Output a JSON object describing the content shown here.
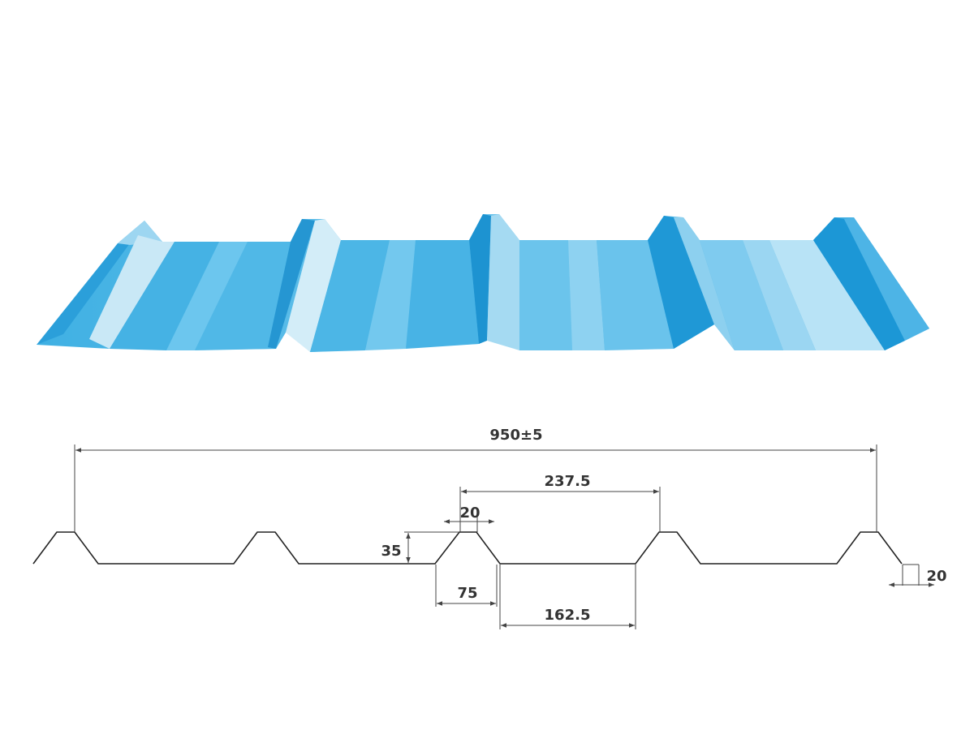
{
  "colors": {
    "sheet_light": "#8fd0ef",
    "sheet_mid": "#5bb9e6",
    "sheet_dark": "#1f9ad7",
    "sheet_highlight": "#d6eef9",
    "profile_line": "#222222",
    "dimension_line": "#444444"
  },
  "dimensions": {
    "overall_width": "950±5",
    "rib_pitch": "237.5",
    "rib_top_width": "20",
    "rib_height": "35",
    "web_width": "75",
    "valley_width": "162.5",
    "edge_lip": "20"
  }
}
